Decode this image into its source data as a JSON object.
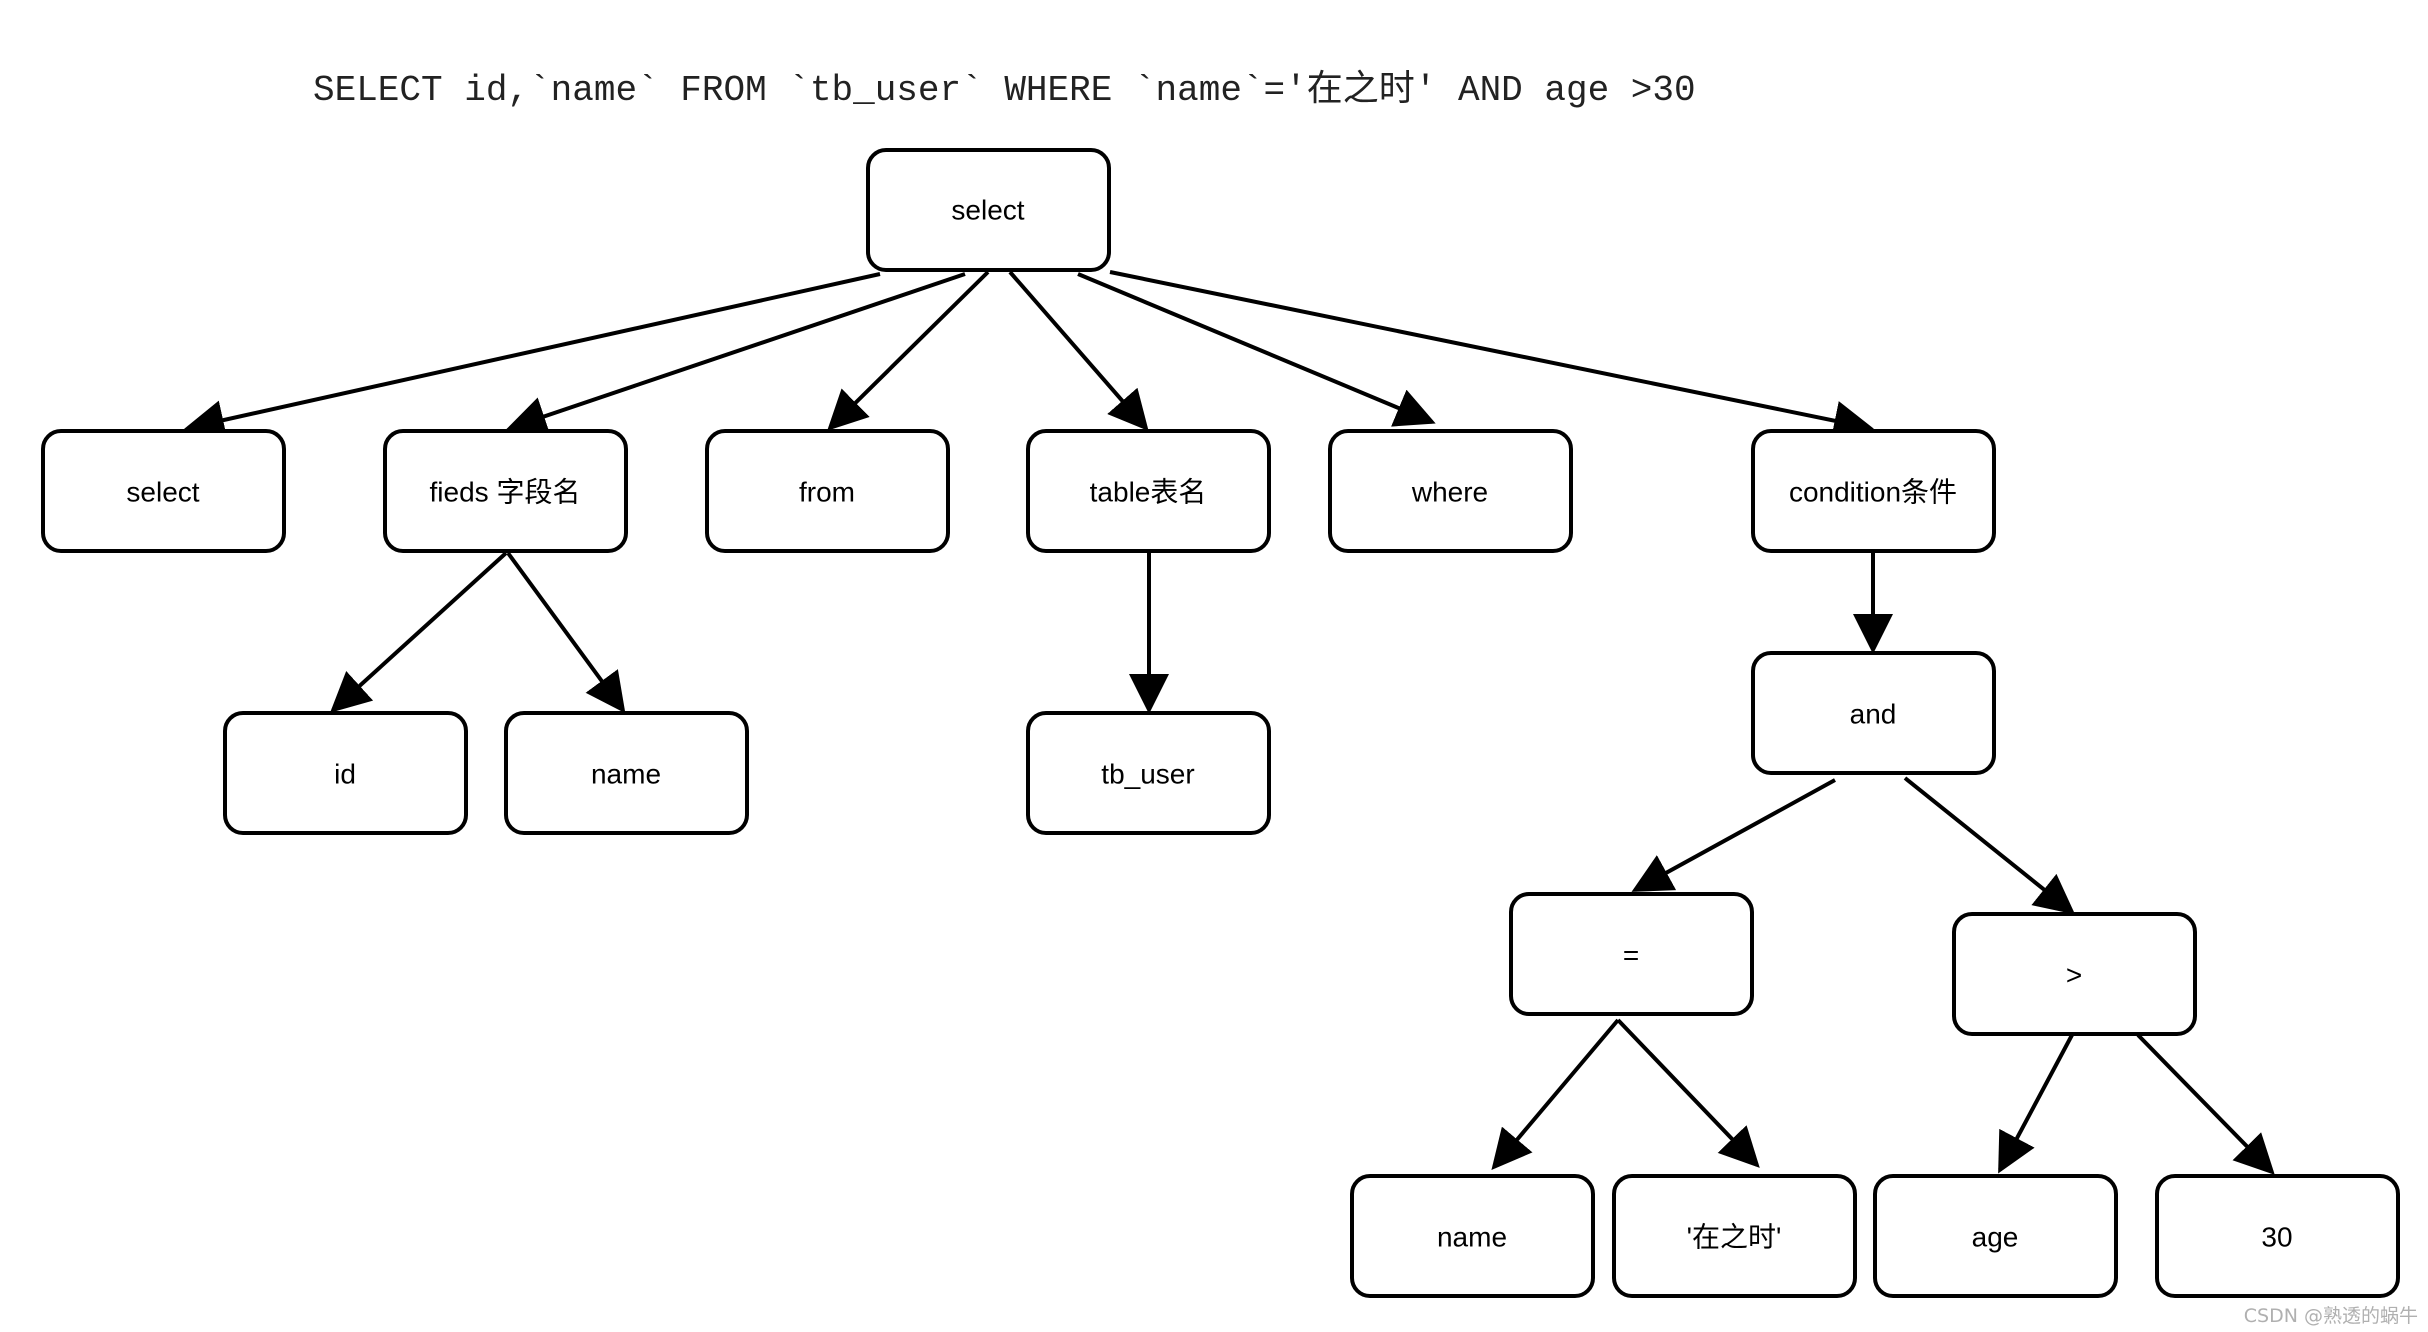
{
  "sql": "SELECT id,`name` FROM `tb_user` WHERE `name`='在之时' AND age >30",
  "nodes": {
    "root": "select",
    "select": "select",
    "fields": "fieds 字段名",
    "from": "from",
    "table": "table表名",
    "where": "where",
    "condition": "condition条件",
    "id": "id",
    "name1": "name",
    "tb_user": "tb_user",
    "and": "and",
    "eq": "=",
    "gt": ">",
    "name2": "name",
    "val": "'在之时'",
    "age": "age",
    "thirty": "30"
  },
  "watermark": "CSDN @熟透的蜗牛"
}
